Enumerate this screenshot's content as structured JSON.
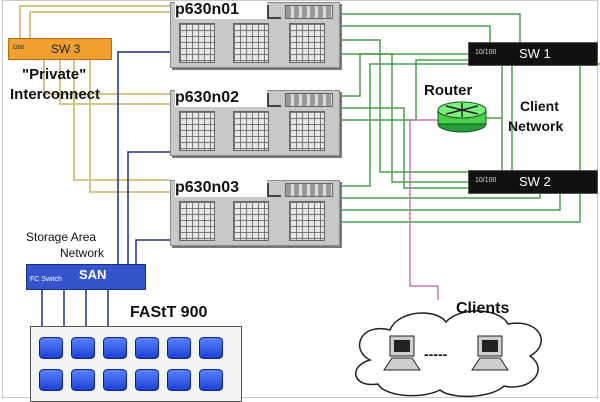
{
  "servers": [
    {
      "label": "p630n01"
    },
    {
      "label": "p630n02"
    },
    {
      "label": "p630n03"
    }
  ],
  "switches": {
    "sw1": {
      "speed": "10/100",
      "label": "SW 1"
    },
    "sw2": {
      "speed": "10/100",
      "label": "SW 2"
    },
    "sw3": {
      "speed": "Gbit",
      "label": "SW 3"
    },
    "san": {
      "prefix": "FC Switch",
      "label": "SAN"
    }
  },
  "labels": {
    "private_line1": "\"Private\"",
    "private_line2": "Interconnect",
    "router": "Router",
    "client_line1": "Client",
    "client_line2": "Network",
    "san_line1": "Storage Area",
    "san_line2": "Network",
    "storage": "FAStT 900",
    "clients": "Clients",
    "ellipsis": "-----"
  },
  "colors": {
    "private_link": "#d8c48a",
    "client_link": "#4aa04a",
    "san_link": "#1f2f8a",
    "router_link": "#c77ab8"
  }
}
